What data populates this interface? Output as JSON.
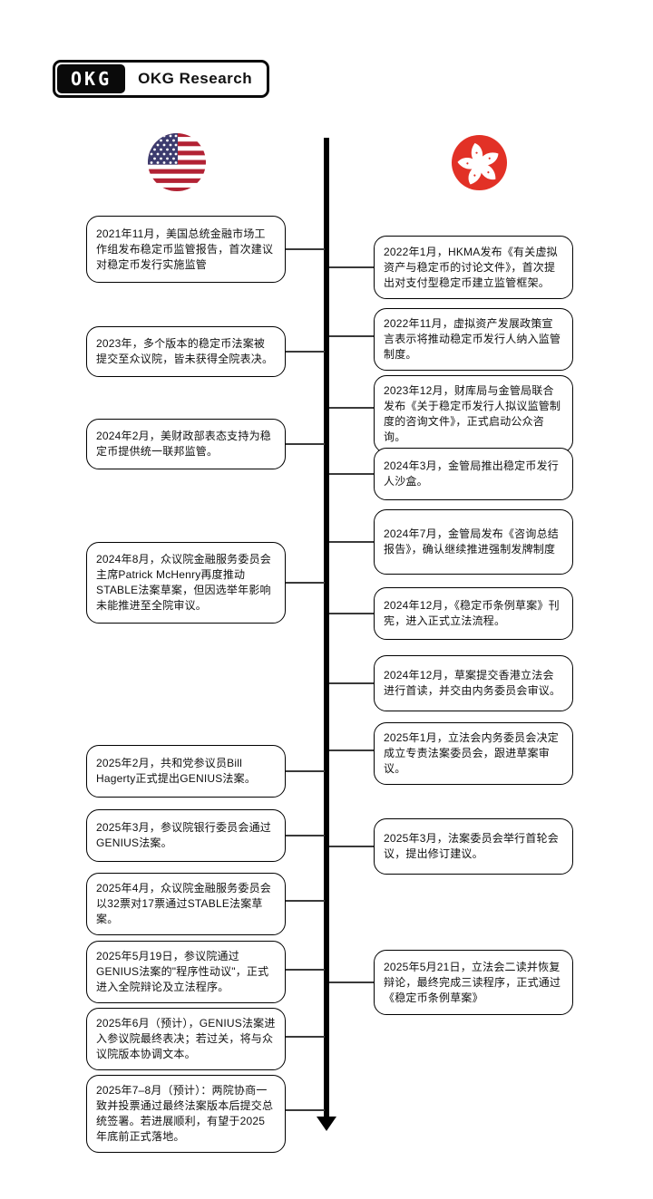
{
  "logo": {
    "mark": "OKG",
    "label": "OKG Research"
  },
  "timeline": {
    "us": {
      "flag": "us-flag",
      "events": [
        {
          "text": "2021年11月，美国总统金融市场工作组发布稳定币监管报告，首次建议对稳定币发行实施监管"
        },
        {
          "text": "2023年，多个版本的稳定币法案被提交至众议院，皆未获得全院表决。"
        },
        {
          "text": "2024年2月，美财政部表态支持为稳定币提供统一联邦监管。"
        },
        {
          "text": "2024年8月，众议院金融服务委员会主席Patrick McHenry再度推动STABLE法案草案，但因选举年影响未能推进至全院审议。"
        },
        {
          "text": "2025年2月，共和党参议员Bill Hagerty正式提出GENIUS法案。"
        },
        {
          "text": "2025年3月，参议院银行委员会通过GENIUS法案。"
        },
        {
          "text": "2025年4月，众议院金融服务委员会以32票对17票通过STABLE法案草案。"
        },
        {
          "text": "2025年5月19日，参议院通过GENIUS法案的\"程序性动议\"，正式进入全院辩论及立法程序。"
        },
        {
          "text": "2025年6月（预计），GENIUS法案进入参议院最终表决；若过关，将与众议院版本协调文本。"
        },
        {
          "text": "2025年7–8月（预计）：两院协商一致并投票通过最终法案版本后提交总统签署。若进展顺利，有望于2025年底前正式落地。"
        }
      ]
    },
    "hk": {
      "flag": "hk-flag",
      "events": [
        {
          "text": "2022年1月，HKMA发布《有关虚拟资产与稳定币的讨论文件》，首次提出对支付型稳定币建立监管框架。"
        },
        {
          "text": "2022年11月，虚拟资产发展政策宣言表示将推动稳定币发行人纳入监管制度。"
        },
        {
          "text": "2023年12月，财库局与金管局联合发布《关于稳定币发行人拟议监管制度的咨询文件》，正式启动公众咨询。"
        },
        {
          "text": "2024年3月，金管局推出稳定币发行人沙盒。"
        },
        {
          "text": "2024年7月，金管局发布《咨询总结报告》，确认继续推进强制发牌制度"
        },
        {
          "text": "2024年12月，《稳定币条例草案》刊宪，进入正式立法流程。"
        },
        {
          "text": "2024年12月，草案提交香港立法会进行首读，并交由内务委员会审议。"
        },
        {
          "text": "2025年1月，立法会内务委员会决定成立专责法案委员会，跟进草案审议。"
        },
        {
          "text": "2025年3月，法案委员会举行首轮会议，提出修订建议。"
        },
        {
          "text": "2025年5月21日，立法会二读并恢复辩论，最终完成三读程序，正式通过《稳定币条例草案》"
        }
      ]
    }
  },
  "colors": {
    "spine": "#000000",
    "us_flag_red": "#B22234",
    "us_flag_blue": "#3C3B6E",
    "hk_flag_red": "#E23126"
  }
}
